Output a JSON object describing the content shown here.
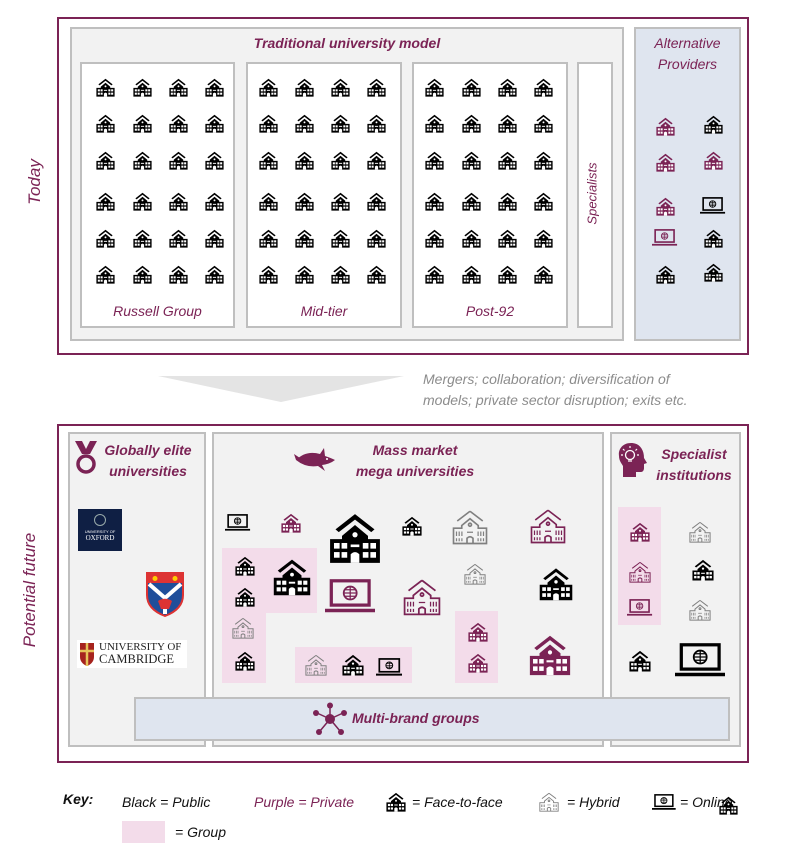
{
  "colors": {
    "private": "#7b2355",
    "public": "#000000",
    "hybrid": "#808080",
    "group": "#f3dcea",
    "panel": "#f2f2f2",
    "alt": "#dfe5ef"
  },
  "today": {
    "label": "Today",
    "traditional_title": "Traditional university model",
    "columns": [
      "Russell Group",
      "Mid-tier",
      "Post-92"
    ],
    "specialists": "Specialists",
    "alternative_title_1": "Alternative",
    "alternative_title_2": "Providers"
  },
  "transition": {
    "text_1": "Mergers; collaboration; diversification of",
    "text_2": "models; private sector disruption; exits etc."
  },
  "future": {
    "label": "Potential future",
    "elite_1": "Globally elite",
    "elite_2": "universities",
    "mass_1": "Mass market",
    "mass_2": "mega universities",
    "spec_1": "Specialist",
    "spec_2": "institutions",
    "multi": "Multi-brand groups",
    "logos": {
      "oxford_1": "UNIVERSITY OF",
      "oxford_2": "OXFORD",
      "cambridge_1": "UNIVERSITY OF",
      "cambridge_2": "CAMBRIDGE"
    }
  },
  "key": {
    "title": "Key:",
    "public": "Black = Public",
    "private": "Purple = Private",
    "f2f": "= Face-to-face",
    "hybrid": "= Hybrid",
    "online": "= Online",
    "group": "= Group"
  }
}
